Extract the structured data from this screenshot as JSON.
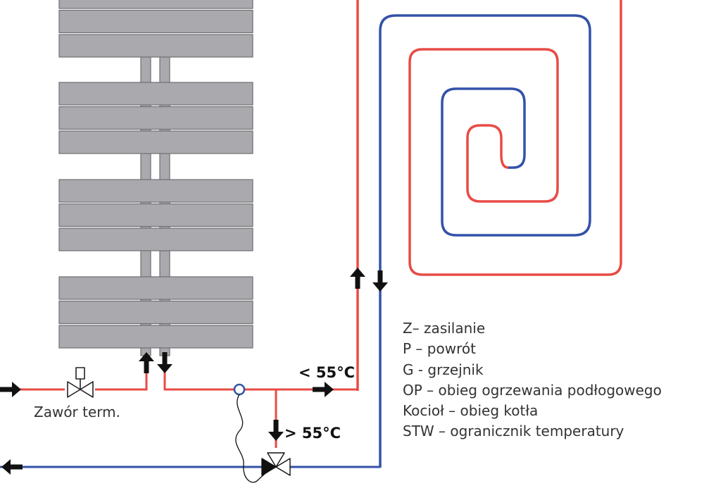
{
  "colors": {
    "supply": "#e84b45",
    "return": "#3352a8",
    "radiator": "#a9a9ae",
    "radiator_border": "#6e6e73",
    "arrow": "#111111",
    "valve_ring": "#3352a8"
  },
  "icons": {
    "thermostatic_valve": "valve-icon",
    "mixing_valve": "three-way-valve-icon",
    "sensor": "temperature-sensor-icon",
    "flow_arrow": "arrow-icon"
  },
  "labels": {
    "thermostatic_valve": "Zawór term.",
    "supply_temp": "< 55°C",
    "mix_temp": "> 55°C"
  },
  "legend": [
    "Z– zasilanie",
    "P – powrót",
    "G - grzejnik",
    "OP – obieg ogrzewania podłogowego",
    "Kocioł – obieg kotła",
    "STW – ogranicznik temperatury"
  ]
}
